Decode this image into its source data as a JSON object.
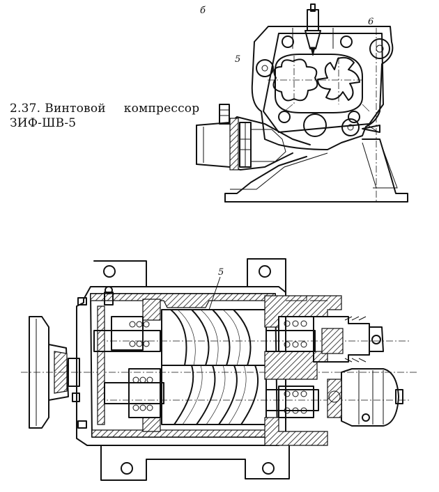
{
  "caption": {
    "number": "2.37.",
    "line1_a": "Винтовой",
    "line1_b": "компрессор",
    "line2": "ЗИФ-ШВ-5"
  },
  "labels": {
    "view_b": "б",
    "view_6": "6",
    "view_5_top": "5",
    "view_5_main": "5"
  }
}
